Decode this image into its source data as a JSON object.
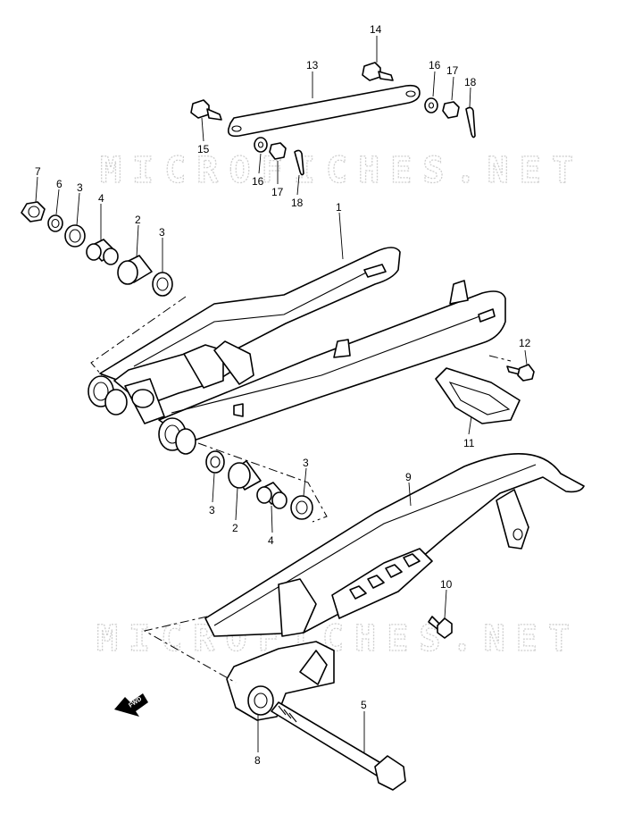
{
  "watermark": "MICROFICHES.NET",
  "fwd_label": "FWD",
  "callouts": [
    {
      "id": "c14a",
      "num": "14"
    },
    {
      "id": "c13",
      "num": "13"
    },
    {
      "id": "c16a",
      "num": "16"
    },
    {
      "id": "c17a",
      "num": "17"
    },
    {
      "id": "c18a",
      "num": "18"
    },
    {
      "id": "c15",
      "num": "15"
    },
    {
      "id": "c16b",
      "num": "16"
    },
    {
      "id": "c17b",
      "num": "17"
    },
    {
      "id": "c18b",
      "num": "18"
    },
    {
      "id": "c7",
      "num": "7"
    },
    {
      "id": "c6",
      "num": "6"
    },
    {
      "id": "c3a",
      "num": "3"
    },
    {
      "id": "c4a",
      "num": "4"
    },
    {
      "id": "c2a",
      "num": "2"
    },
    {
      "id": "c3b",
      "num": "3"
    },
    {
      "id": "c1",
      "num": "1"
    },
    {
      "id": "c12",
      "num": "12"
    },
    {
      "id": "c11",
      "num": "11"
    },
    {
      "id": "c3c",
      "num": "3"
    },
    {
      "id": "c9",
      "num": "9"
    },
    {
      "id": "c3d",
      "num": "3"
    },
    {
      "id": "c2b",
      "num": "2"
    },
    {
      "id": "c4b",
      "num": "4"
    },
    {
      "id": "c10",
      "num": "10"
    },
    {
      "id": "c5",
      "num": "5"
    },
    {
      "id": "c8",
      "num": "8"
    }
  ]
}
